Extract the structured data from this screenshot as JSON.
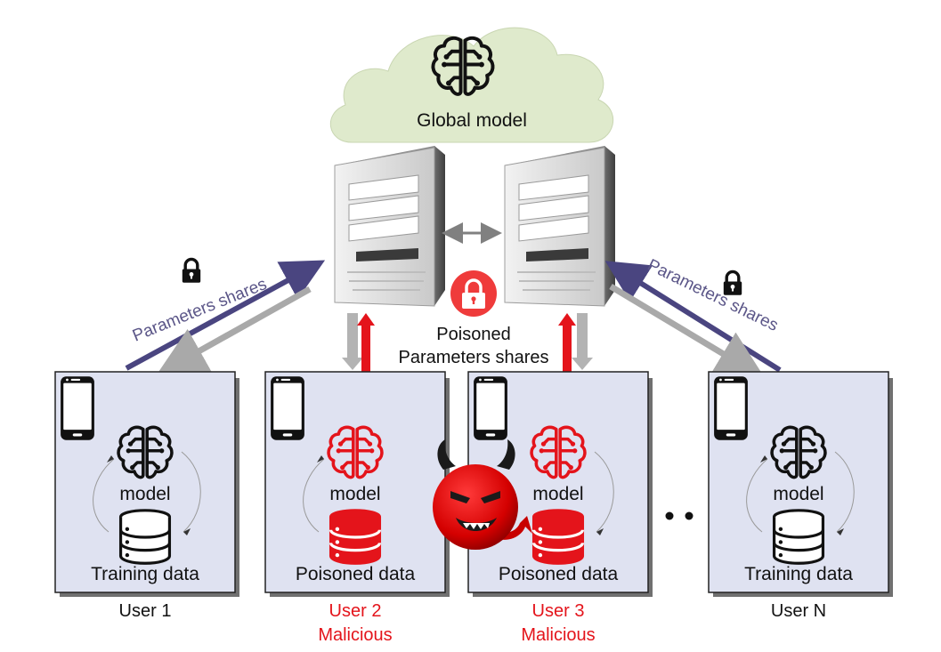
{
  "cloud": {
    "label": "Global model"
  },
  "servers": [
    {
      "name": "server-left"
    },
    {
      "name": "server-right"
    }
  ],
  "center": {
    "poisoned_line1": "Poisoned",
    "poisoned_line2": "Parameters shares"
  },
  "links": {
    "left_label": "Parameters shares",
    "right_label": "Parameters shares"
  },
  "users": [
    {
      "name": "User 1",
      "status": "",
      "model_label": "model",
      "data_label": "Training data",
      "malicious": false
    },
    {
      "name": "User 2",
      "status": "Malicious",
      "model_label": "model",
      "data_label": "Poisoned data",
      "malicious": true
    },
    {
      "name": "User 3",
      "status": "Malicious",
      "model_label": "model",
      "data_label": "Poisoned data",
      "malicious": true
    },
    {
      "name": "User N",
      "status": "",
      "model_label": "model",
      "data_label": "Training data",
      "malicious": false
    }
  ],
  "colors": {
    "malicious": "#e4141b",
    "panel": "#dfe2f1",
    "link": "#4a4580",
    "return_link": "#a9a9a9",
    "cloud": "#dfeacc"
  },
  "icons": [
    "brain-icon",
    "server-icon",
    "lock-icon",
    "smartphone-icon",
    "database-icon",
    "devil-icon",
    "ellipsis"
  ]
}
